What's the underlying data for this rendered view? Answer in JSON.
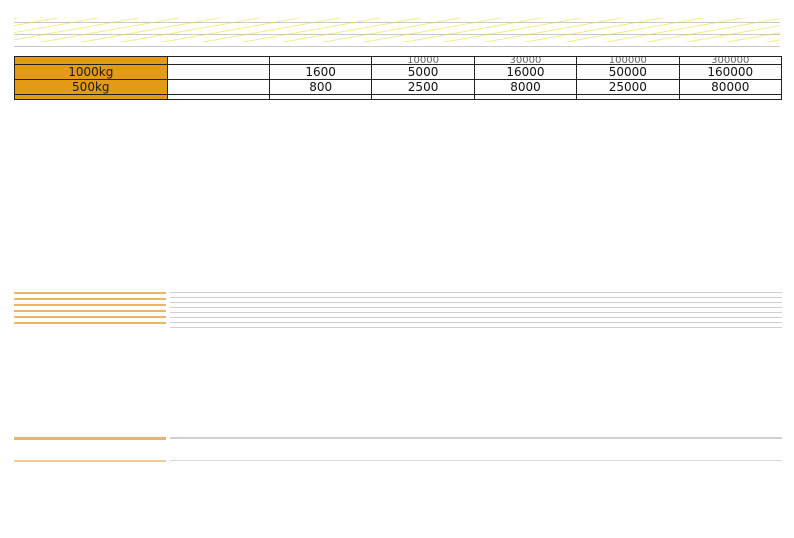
{
  "table": {
    "partial_top_row": {
      "values": [
        "10000",
        "30000",
        "100000",
        "300000"
      ]
    },
    "rows": [
      {
        "label": "1000kg",
        "values": [
          "1600",
          "5000",
          "16000",
          "50000",
          "160000"
        ]
      },
      {
        "label": "500kg",
        "values": [
          "800",
          "2500",
          "8000",
          "25000",
          "80000"
        ]
      }
    ]
  },
  "colors": {
    "label_bg": "#e39a16",
    "border": "#222222",
    "scan_yellow": "#e6dc28"
  }
}
